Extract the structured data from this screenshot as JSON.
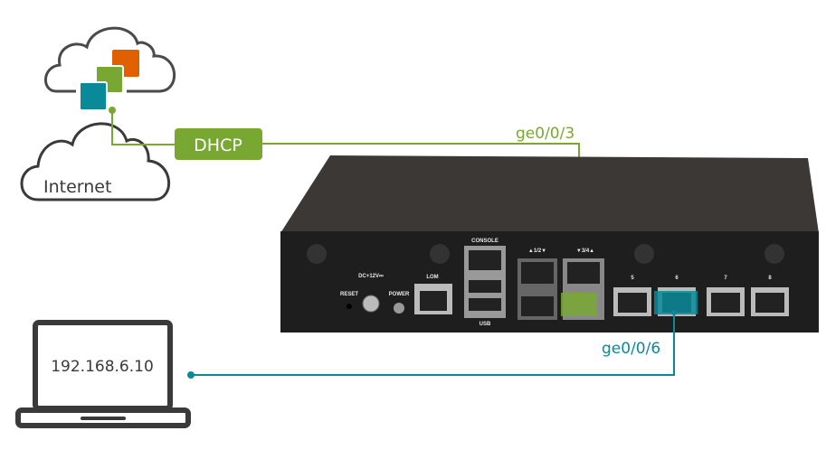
{
  "colors": {
    "green": "#79a832",
    "teal": "#0a8a99",
    "orange": "#e06000",
    "outline": "#3a3a3a",
    "device": "#2a2a2a"
  },
  "internet_label": "Internet",
  "dhcp_label": "DHCP",
  "laptop_ip": "192.168.6.10",
  "port_wan_label": "ge0/0/3",
  "port_lan_label": "ge0/0/6",
  "device": {
    "console": "CONSOLE",
    "usb": "USB",
    "lom": "LOM",
    "reset": "RESET",
    "power": "POWER",
    "dc": "DC+12V⎓",
    "sfp12": "▲1/2▼",
    "sfp34": "▼3/4▲",
    "ports": [
      "5",
      "6",
      "7",
      "8"
    ]
  }
}
